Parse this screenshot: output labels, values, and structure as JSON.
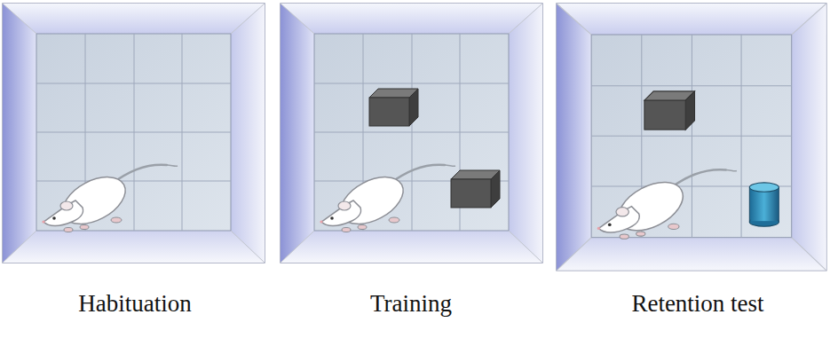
{
  "diagram": {
    "labels": [
      "Habituation",
      "Training",
      "Retention test"
    ]
  }
}
